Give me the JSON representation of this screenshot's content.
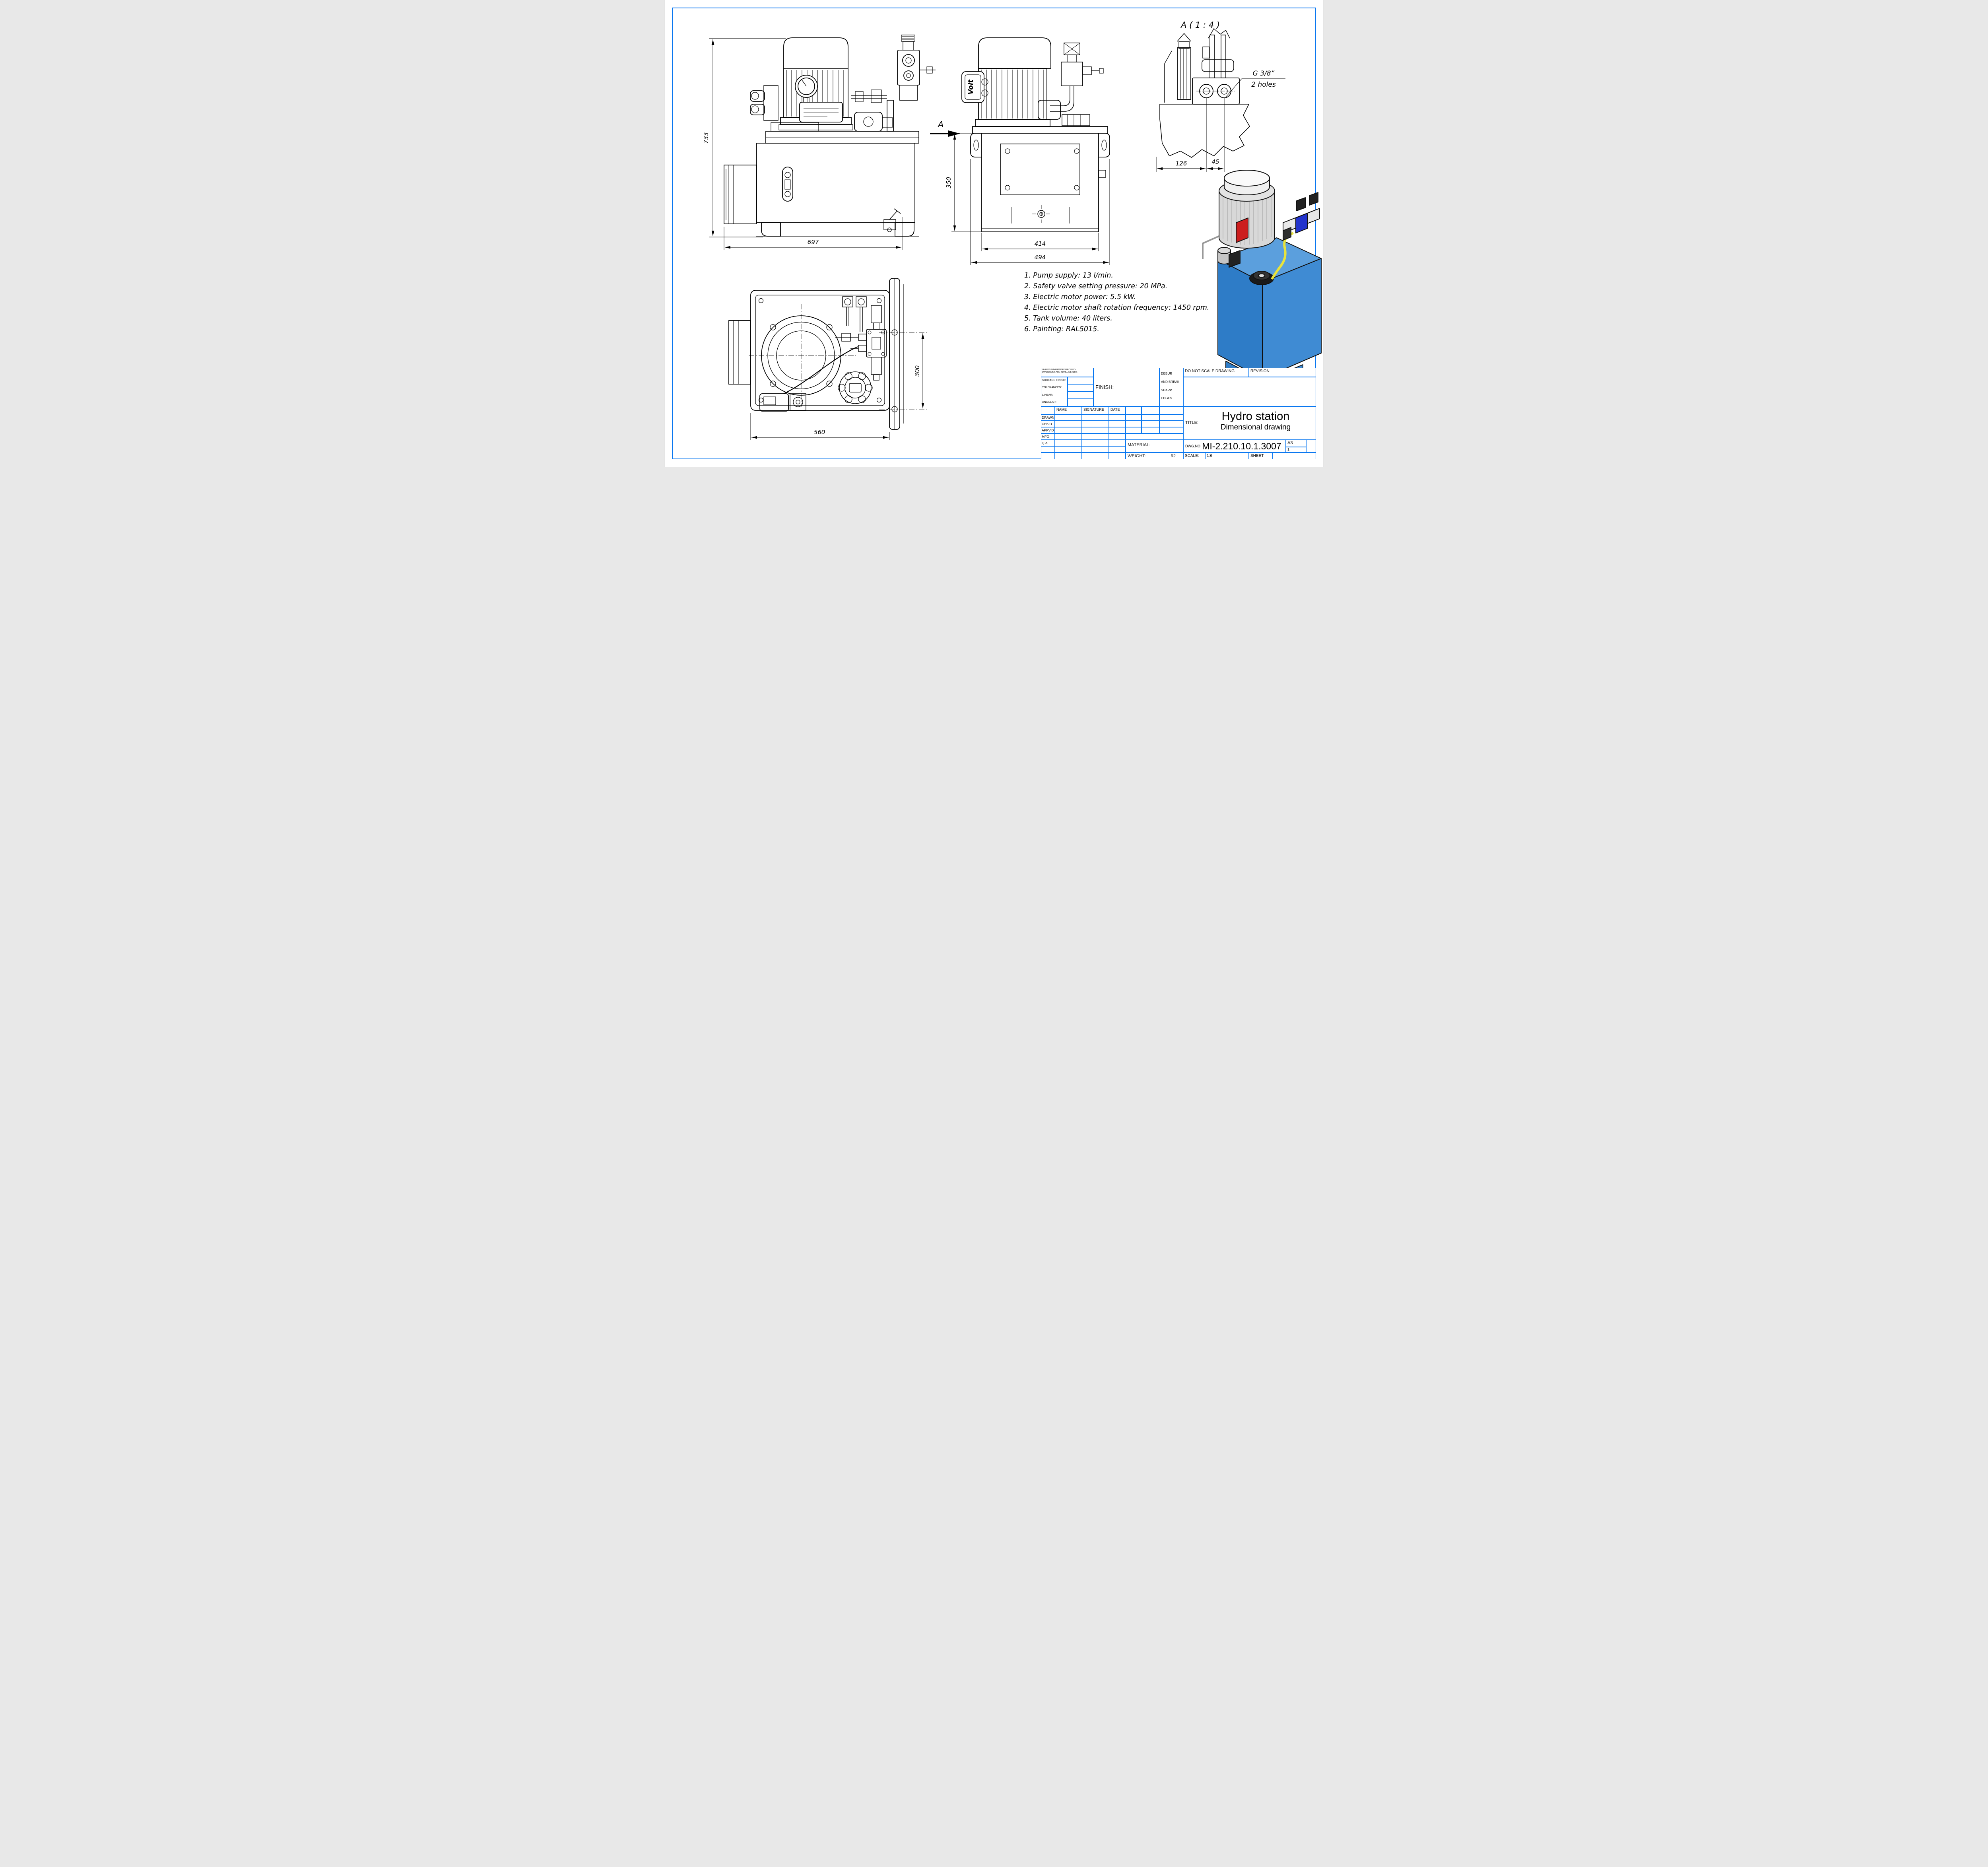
{
  "sheet": {
    "detail_view_label": "A ( 1 : 4 )",
    "section_label": "A",
    "motor_label": "Volt",
    "callout": {
      "line1": "G 3/8”",
      "line2": "2 holes"
    },
    "dimensions": {
      "front_height": "733",
      "front_width": "697",
      "side_tank_height": "350",
      "side_width_inner": "414",
      "side_width_outer": "494",
      "top_depth": "300",
      "top_width": "560",
      "detail_spacing": "126",
      "detail_offset": "45"
    }
  },
  "notes": {
    "items": [
      "1.  Pump supply: 13 l/min.",
      "2.  Safety valve setting pressure: 20 MPa.",
      "3.  Electric motor power: 5.5 kW.",
      "4.  Electric motor shaft rotation frequency: 1450 rpm.",
      "5.  Tank volume: 40 liters.",
      "6.  Painting: RAL5015."
    ]
  },
  "title_block": {
    "unless_line1": "UNLESS OTHERWISE SPECIFIED:",
    "unless_line2": "DIMENSIONS ARE IN MILLIMETERS",
    "surface_finish": "SURFACE FINISH:",
    "tolerances": "TOLERANCES:",
    "linear": "LINEAR:",
    "angular": "ANGULAR:",
    "finish": "FINISH:",
    "debur_line1": "DEBUR",
    "debur_line2": "AND BREAK",
    "debur_line3": "SHARP EDGES",
    "do_not_scale": "DO NOT SCALE DRAWING",
    "revision": "REVISION",
    "col_name": "NAME",
    "col_signature": "SIGNATURE",
    "col_date": "DATE",
    "rows": [
      "DRAWN",
      "CHK'D",
      "APPV'D",
      "MFG",
      "Q.A"
    ],
    "material_label": "MATERIAL:",
    "weight_label": "WEIGHT:",
    "weight_value": "92",
    "title_label": "TITLE:",
    "title_line1": "Hydro station",
    "title_line2": "Dimensional drawing",
    "dwg_label": "DWG.NO",
    "dwg_number": "MI-2.210.10.1.3007",
    "paper_size": "A3",
    "sheet_number": "1",
    "scale_label": "SCALE:",
    "scale_value": "1:6",
    "sheet_label": "SHEET"
  },
  "colors": {
    "frame_blue": "#0b78f0",
    "line_black": "#000000",
    "tank_blue": "#3f8bd3",
    "tank_blue_dark": "#2e7cc7",
    "tank_blue_light": "#5b9fdd",
    "motor_gray": "#d8d8d8",
    "accent_red": "#cc1d1d",
    "valve_blue": "#2233cc",
    "hose_yellow": "#e8e33c"
  }
}
